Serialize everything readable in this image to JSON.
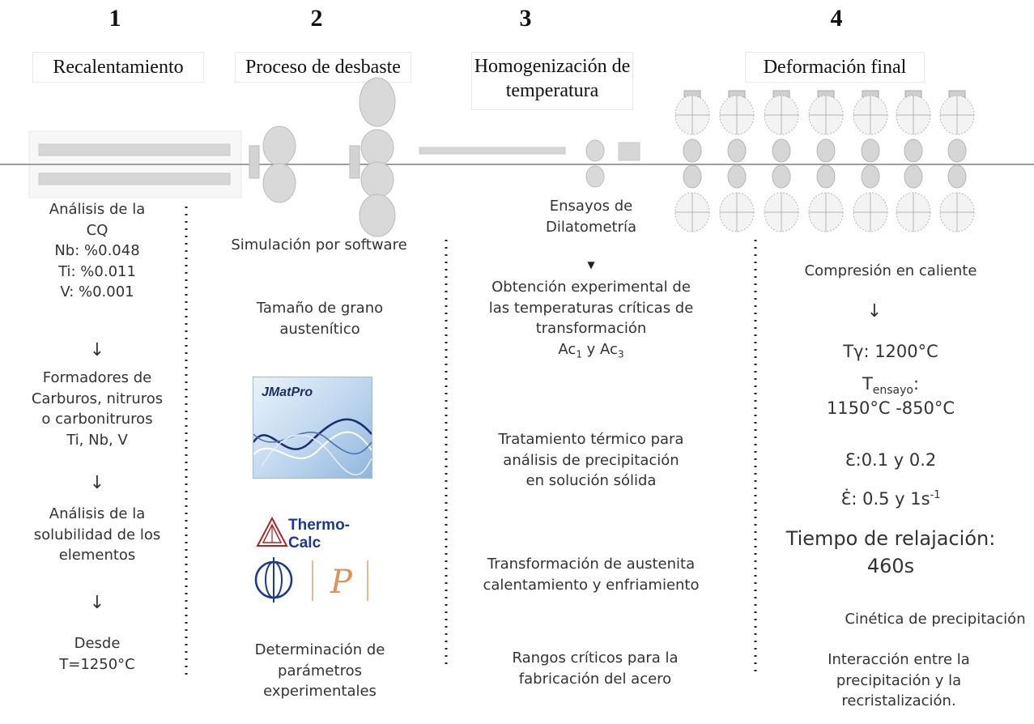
{
  "stages": [
    {
      "number": "1",
      "title": "Recalentamiento"
    },
    {
      "number": "2",
      "title": "Proceso de desbaste"
    },
    {
      "number": "3",
      "title_line1": "Homogenización de",
      "title_line2": "temperatura"
    },
    {
      "number": "4",
      "title": "Deformación final"
    }
  ],
  "col1": {
    "l1": "Análisis de la",
    "l2": "CQ",
    "l3": "Nb: %0.048",
    "l4": "Ti: %0.011",
    "l5": "V: %0.001",
    "arrow": "↓",
    "l6": "Formadores de",
    "l7": "Carburos, nitruros",
    "l8": "o carbonitruros",
    "l9": "Ti, Nb, V",
    "l10": "Análisis de la",
    "l11": "solubilidad de los",
    "l12": "elementos",
    "l13": "Desde",
    "l14": "T=1250°C"
  },
  "col2": {
    "l1": "Simulación por software",
    "l2": "Tamaño de grano",
    "l3": "austenítico",
    "logo_jmatpro": "JMatPro",
    "logo_thermocalc": "Thermo-Calc",
    "l4": "Determinación de",
    "l5": "parámetros",
    "l6": "experimentales"
  },
  "col3": {
    "l1": "Ensayos de",
    "l2": "Dilatometría",
    "arrow": "▼",
    "l3": "Obtención experimental de",
    "l4": "las temperaturas críticas de",
    "l5": "transformación",
    "ac_a": "Ac",
    "ac_sub1": "1",
    "ac_mid": " y Ac",
    "ac_sub3": "3",
    "l6": "Tratamiento térmico para",
    "l7": "análisis de precipitación",
    "l8": "en solución sólida",
    "l9": "Transformación de austenita",
    "l10": "calentamiento y enfriamiento",
    "l11": "Rangos críticos para la",
    "l12": "fabricación del acero"
  },
  "col4": {
    "l1": "Compresión en caliente",
    "arrow": "↓",
    "l2": "Tγ: 1200°C",
    "l3_main": "T",
    "l3_sub": "ensayo",
    "l3_tail": ":",
    "l4": "1150°C -850°C",
    "l5": "Ɛ:0.1 y 0.2",
    "l6_main": "Ɛ̇: 0.5 y 1s",
    "l6_sup": "-1",
    "l7": "Tiempo de relajación:",
    "l8": "460s",
    "l9": "Cinética de precipitación",
    "l10": "Interacción entre la",
    "l11": "precipitación y la",
    "l12": "recristalización."
  }
}
